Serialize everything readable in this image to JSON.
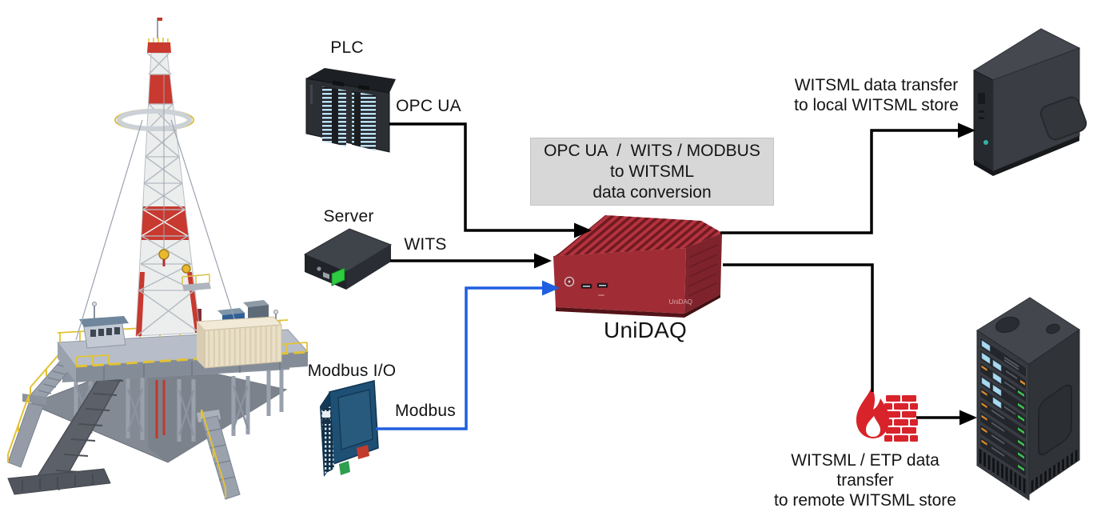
{
  "labels": {
    "plc": "PLC",
    "opc_ua": "OPC UA",
    "server": "Server",
    "wits": "WITS",
    "modbus_io": "Modbus I/O",
    "modbus": "Modbus",
    "unidaq": "UniDAQ",
    "unidaq_device_print": "UniDAQ"
  },
  "conversion_box": {
    "line1": "OPC UA  /  WITS / MODBUS",
    "line2": "to WITSML",
    "line3": "data conversion",
    "background": "#d7d7d7"
  },
  "captions": {
    "local_store_line1": "WITSML data transfer",
    "local_store_line2": "to local WITSML store",
    "remote_store_line1": "WITSML / ETP data transfer",
    "remote_store_line2": "to remote WITSML store"
  },
  "colors": {
    "connection_line": "#000000",
    "modbus_connection_line": "#1f5fdf",
    "unidaq_red": "#a93138",
    "firewall_red": "#d8232a",
    "conversion_box_bg": "#d7d7d7",
    "derrick_red": "#c8392f",
    "railing_yellow": "#e3c235"
  },
  "icons": {
    "drilling_rig": "drilling-rig-illustration",
    "plc_device": "plc-device-icon",
    "server_device": "server-device-icon",
    "modbus_io_device": "modbus-io-module-icon",
    "unidaq_device": "unidaq-gateway-icon",
    "local_store_device": "desktop-tower-icon",
    "remote_store_device": "server-rack-icon",
    "firewall": "firewall-icon"
  }
}
